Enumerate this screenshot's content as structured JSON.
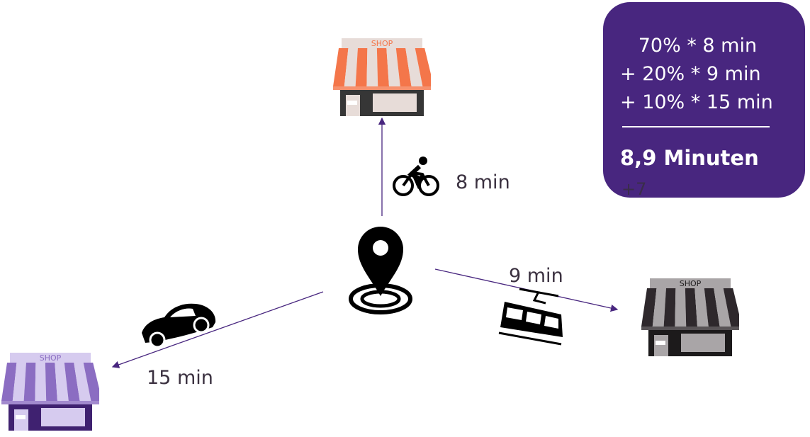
{
  "shops": [
    {
      "id": "top",
      "label": "SHOP",
      "stripe": "#f4764a",
      "light": "#e7dcd8",
      "body": "#363636",
      "text": "#f4764a"
    },
    {
      "id": "right",
      "label": "SHOP",
      "stripe": "#2e282c",
      "light": "#a9a5a7",
      "body": "#1c1a1b",
      "text": "#1c1a1b"
    },
    {
      "id": "left",
      "label": "SHOP",
      "stripe": "#8b6dc2",
      "light": "#d6cbef",
      "body": "#3f2170",
      "text": "#8b6dc2"
    }
  ],
  "routes": [
    {
      "mode": "bicycle",
      "time": "8 min"
    },
    {
      "mode": "tram",
      "time": "9 min"
    },
    {
      "mode": "car",
      "time": "15 min"
    }
  ],
  "calc": {
    "lines": [
      "   70% * 8 min",
      "+ 20% * 9 min",
      "+ 10% * 15 min"
    ],
    "result": "8,9 Minuten",
    "stray": "+7"
  },
  "colors": {
    "box": "#48267f",
    "arrow": "#48267f"
  }
}
